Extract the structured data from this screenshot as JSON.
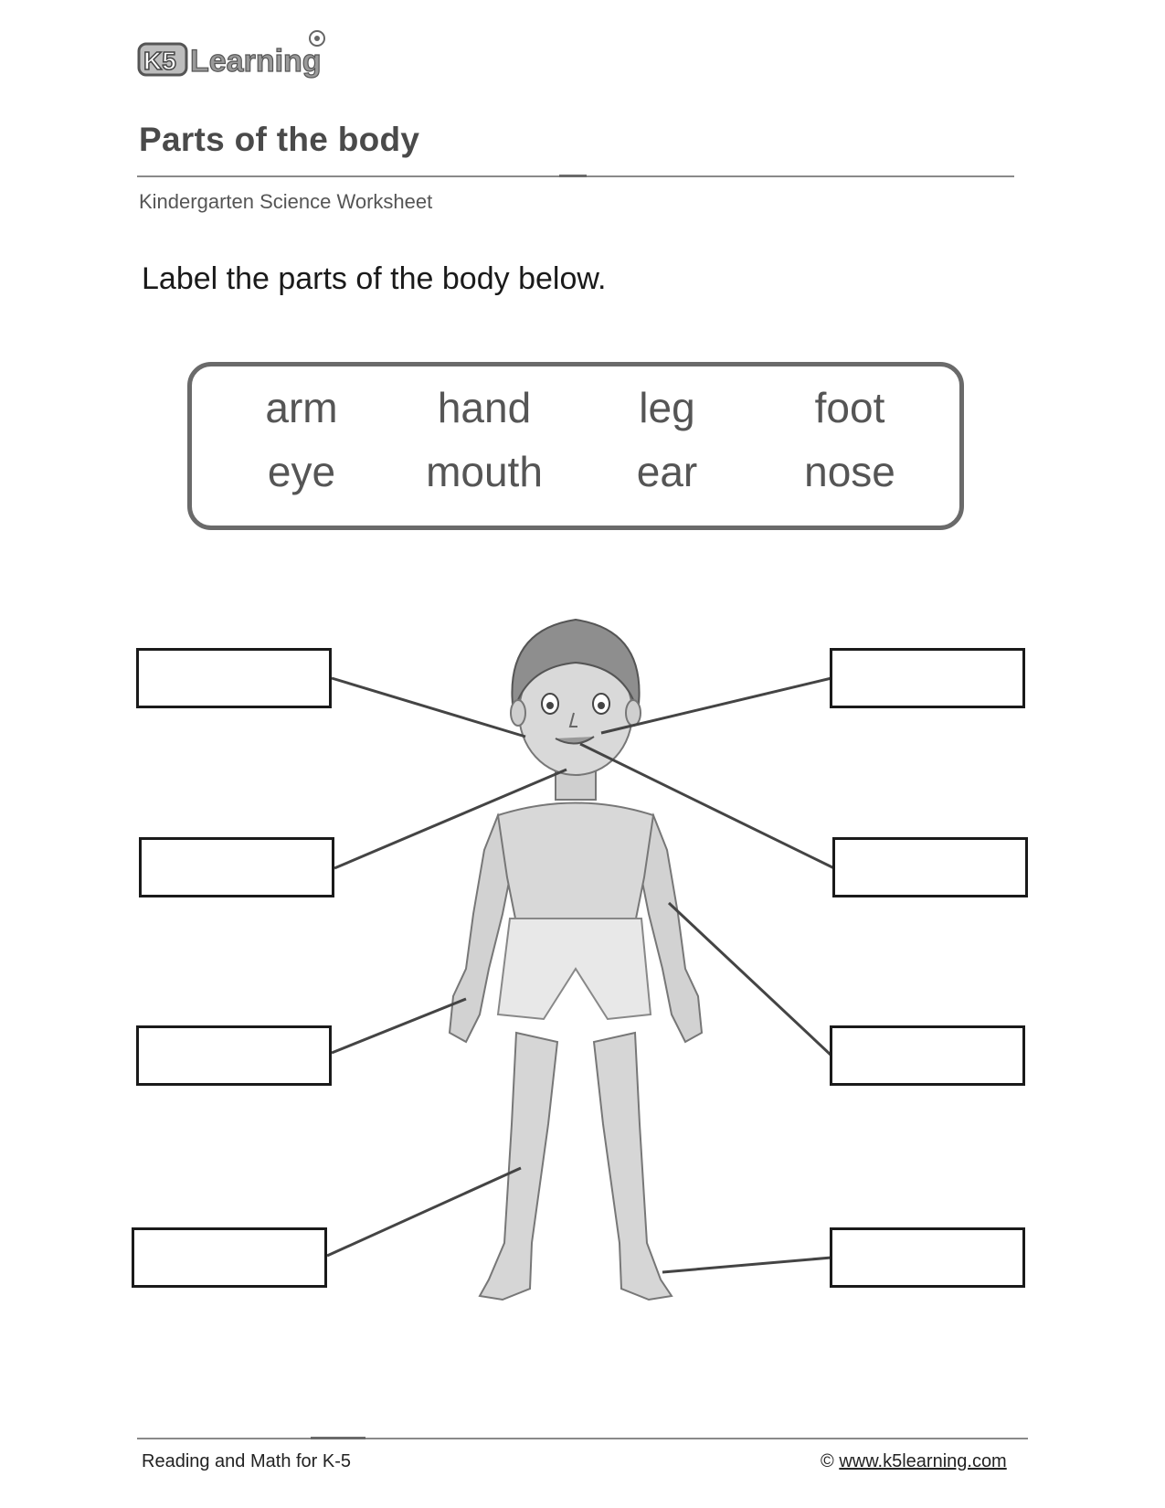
{
  "brand": {
    "logo_text": "K5Learning"
  },
  "header": {
    "title": "Parts of the body",
    "subtitle": "Kindergarten Science Worksheet"
  },
  "instruction": "Label the parts of the body below.",
  "word_bank": {
    "row1": [
      "arm",
      "hand",
      "leg",
      "foot"
    ],
    "row2": [
      "eye",
      "mouth",
      "ear",
      "nose"
    ]
  },
  "answer_boxes": [
    {
      "id": "ear-box",
      "value": ""
    },
    {
      "id": "mouth-box",
      "value": ""
    },
    {
      "id": "hand-box",
      "value": ""
    },
    {
      "id": "leg-box",
      "value": ""
    },
    {
      "id": "eye-box",
      "value": ""
    },
    {
      "id": "nose-box",
      "value": ""
    },
    {
      "id": "arm-box",
      "value": ""
    },
    {
      "id": "foot-box",
      "value": ""
    }
  ],
  "footer": {
    "left": "Reading and Math for K-5",
    "copyright_symbol": "©",
    "url": "www.k5learning.com"
  },
  "colors": {
    "ink": "#2a2a2a",
    "rule": "#8a8a8a",
    "skin": "#d4d4d4",
    "hair": "#8c8c8c"
  }
}
